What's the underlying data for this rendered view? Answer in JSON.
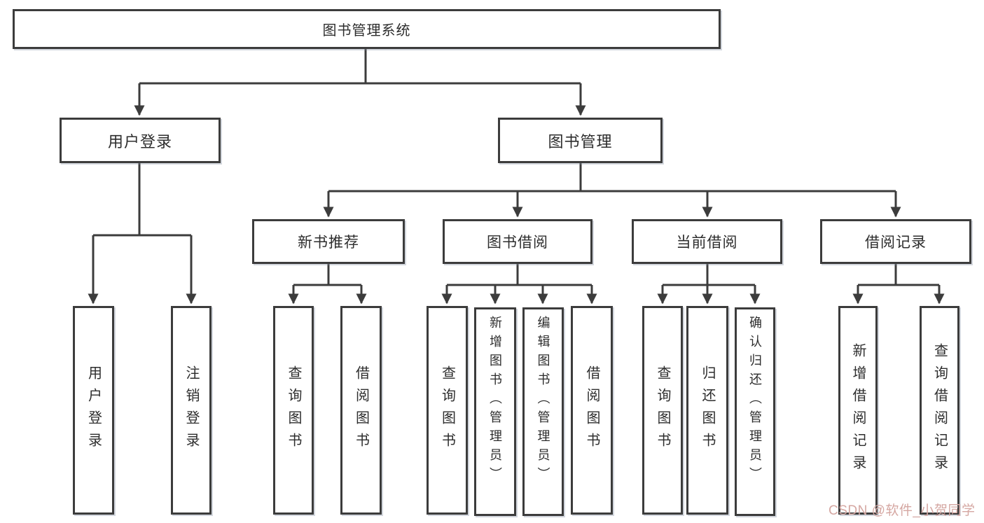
{
  "diagram": {
    "type": "tree-structure-chart",
    "nodes": {
      "root": "图书管理系统",
      "user_login": "用户登录",
      "book_mgmt": "图书管理",
      "new_book_rec": "新书推荐",
      "book_borrow": "图书借阅",
      "current_borrow": "当前借阅",
      "borrow_record": "借阅记录",
      "leaves": {
        "ul_login": "用户登录",
        "ul_logout": "注销登录",
        "nb_query": "查询图书",
        "nb_borrow": "借阅图书",
        "bb_query": "查询图书",
        "bb_add": "新增图书（管理员）",
        "bb_edit": "编辑图书（管理员）",
        "bb_borrow": "借阅图书",
        "cb_query": "查询图书",
        "cb_return": "归还图书",
        "cb_confirm": "确认归还（管理员）",
        "br_add": "新增借阅记录",
        "br_query": "查询借阅记录"
      }
    },
    "colors": {
      "line": "#3c3c3c",
      "box_border": "#3c3c3c",
      "text": "#2d2d2d",
      "background": "#ffffff",
      "watermark": "#d5a7a2"
    },
    "watermark": "CSDN @软件_小贺同学"
  }
}
